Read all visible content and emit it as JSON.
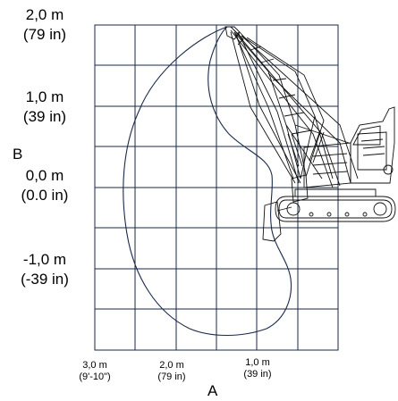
{
  "axis_b": {
    "letter": "B",
    "ticks": [
      {
        "metric": "2,0 m",
        "imperial": "(79 in)"
      },
      {
        "metric": "1,0 m",
        "imperial": "(39 in)"
      },
      {
        "metric": "0,0 m",
        "imperial": "(0.0 in)"
      },
      {
        "metric": "-1,0 m",
        "imperial": "(-39 in)"
      }
    ]
  },
  "axis_a": {
    "letter": "A",
    "ticks": [
      {
        "metric": "3,0 m",
        "imperial": "(9'-10\")"
      },
      {
        "metric": "2,0 m",
        "imperial": "(79 in)"
      },
      {
        "metric": "1,0 m",
        "imperial": "(39 in)"
      }
    ]
  }
}
